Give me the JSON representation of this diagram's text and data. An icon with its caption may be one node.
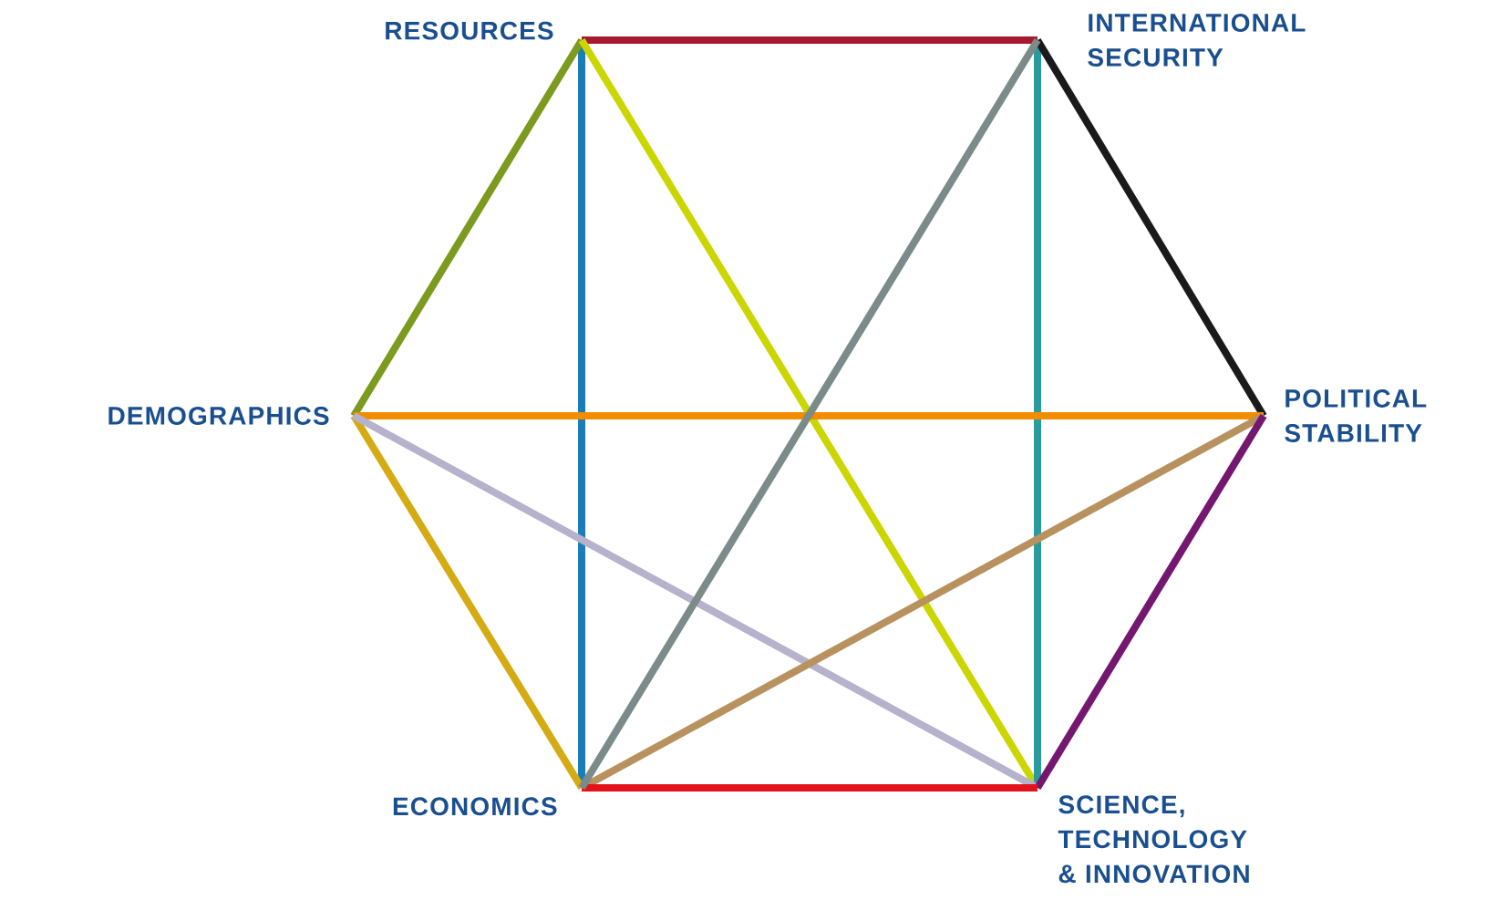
{
  "diagram": {
    "nodes": [
      {
        "text": [
          "RESOURCES"
        ]
      },
      {
        "text": [
          "INTERNATIONAL SECURITY"
        ]
      },
      {
        "text": [
          "DEMOGRAPHICS"
        ]
      },
      {
        "text": [
          "POLITICAL STABILITY"
        ]
      },
      {
        "text": [
          "ECONOMICS"
        ]
      },
      {
        "text": [
          "SCIENCE, TECHNOLOGY & INNOVATION"
        ]
      }
    ],
    "edges": [
      {
        "from": 0,
        "to": 1,
        "arrow": "none",
        "color": "#a6192e"
      },
      {
        "from": 0,
        "to": 4,
        "arrow": "none",
        "color": "#1b7db8"
      },
      {
        "from": 0,
        "to": 2,
        "arrow": "none",
        "color": "#7b9a1e"
      },
      {
        "from": 0,
        "to": 5,
        "arrow": "none",
        "color": "#cbd600"
      },
      {
        "from": 1,
        "to": 4,
        "arrow": "none",
        "color": "#7b8b8a"
      },
      {
        "from": 1,
        "to": 5,
        "arrow": "none",
        "color": "#2b9a9c"
      },
      {
        "from": 1,
        "to": 3,
        "arrow": "none",
        "color": "#1a1a1a"
      },
      {
        "from": 2,
        "to": 3,
        "arrow": "none",
        "color": "#f28c00"
      },
      {
        "from": 2,
        "to": 4,
        "arrow": "none",
        "color": "#d4ab12"
      },
      {
        "from": 2,
        "to": 5,
        "arrow": "none",
        "color": "#b6b2cc"
      },
      {
        "from": 3,
        "to": 4,
        "arrow": "none",
        "color": "#b8925e"
      },
      {
        "from": 3,
        "to": 5,
        "arrow": "none",
        "color": "#74176f"
      },
      {
        "from": 4,
        "to": 5,
        "arrow": "none",
        "color": "#e3131c"
      }
    ]
  }
}
